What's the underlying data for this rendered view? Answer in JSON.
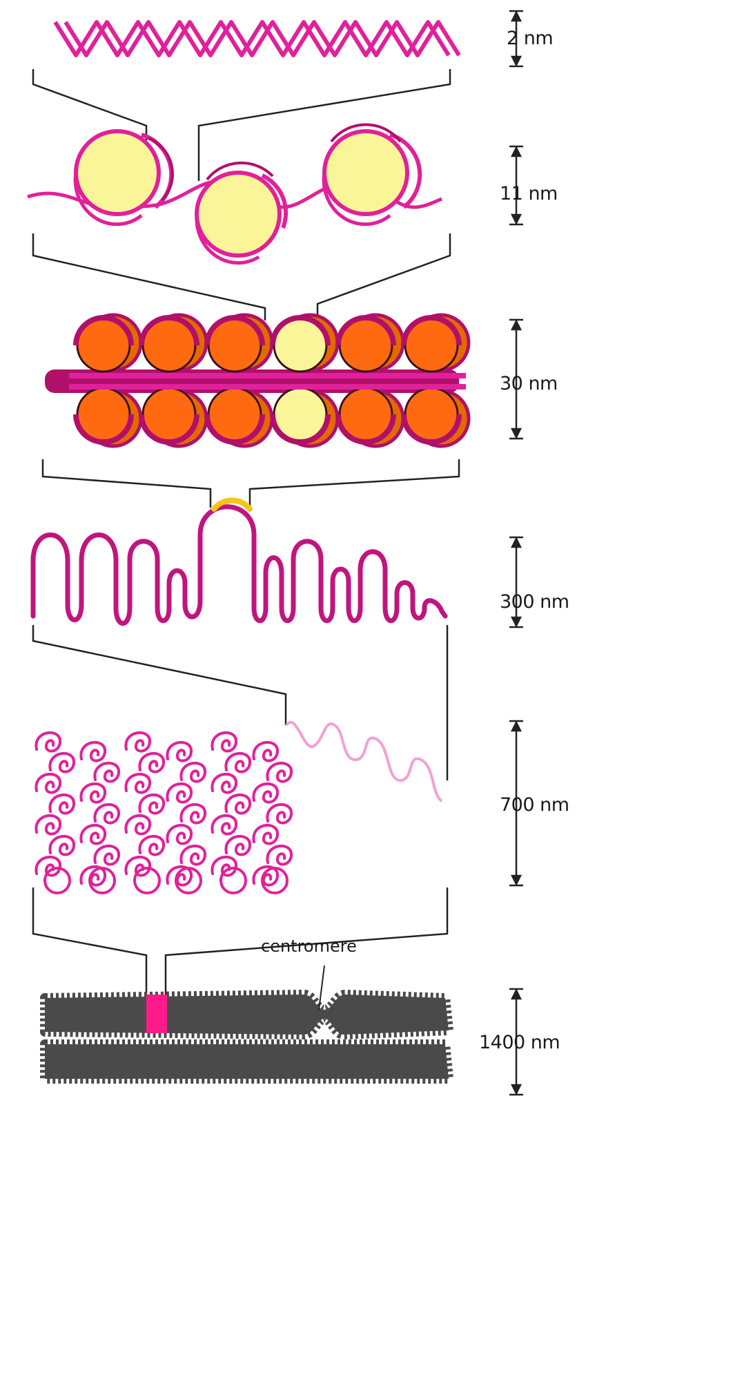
{
  "diagram": {
    "levels": [
      {
        "id": "dna-double-helix",
        "scale": "2 nm"
      },
      {
        "id": "beads-on-a-string",
        "scale": "11 nm"
      },
      {
        "id": "chromatin-fiber",
        "scale": "30 nm"
      },
      {
        "id": "looped-domains",
        "scale": "300 nm"
      },
      {
        "id": "condensed-section",
        "scale": "700 nm"
      },
      {
        "id": "metaphase-chromosome",
        "scale": "1400 nm"
      }
    ],
    "annotations": {
      "centromere": "centromere"
    },
    "colors": {
      "dna": "#e0219a",
      "dna_dark": "#b0106a",
      "histone_yellow": "#fbf59a",
      "histone_orange": "#ff6a10",
      "linker_highlight": "#f7c21a",
      "chromosome_gray": "#4a4a4a",
      "chromosome_band": "#ff1a8c",
      "guide_lines": "#222222"
    }
  }
}
